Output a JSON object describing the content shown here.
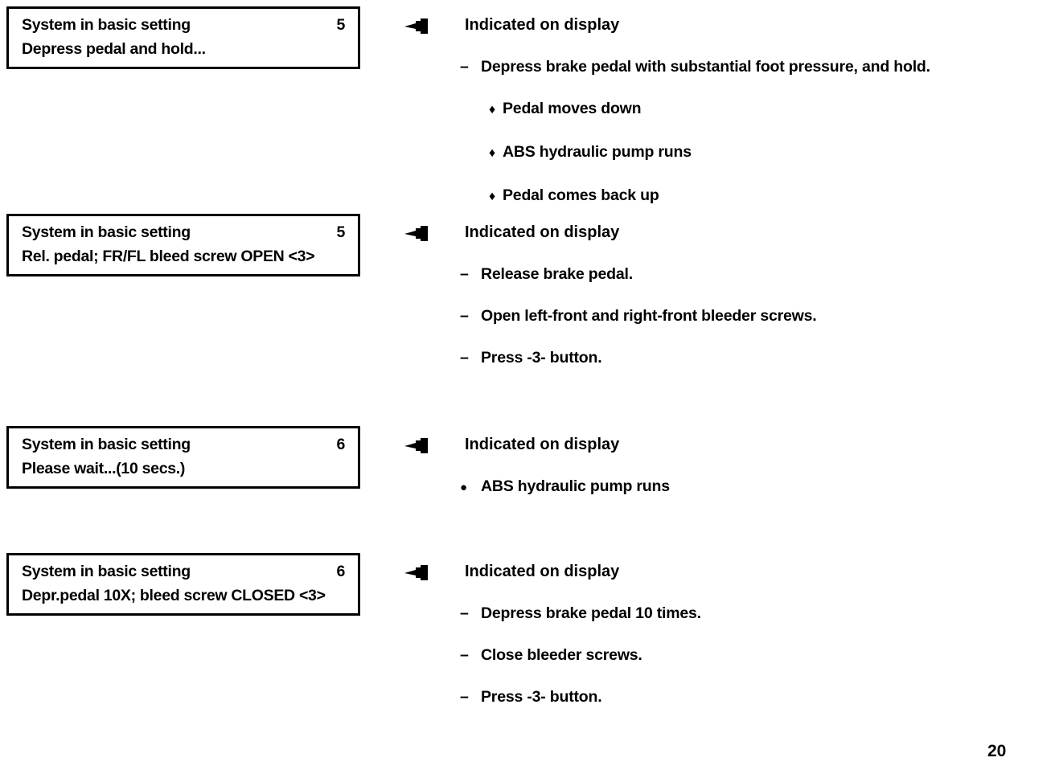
{
  "page": {
    "number": "20"
  },
  "colors": {
    "ink": "#000000",
    "paper": "#ffffff"
  },
  "icons": {
    "indicator_arrow": "left-solid-arrow"
  },
  "sections": [
    {
      "display_box": {
        "line1_left": "System in basic setting",
        "line1_right": "5",
        "line2": "Depress pedal and hold..."
      },
      "heading": "Indicated on display",
      "items": [
        {
          "marker": "–",
          "text": "Depress brake pedal with substantial foot pressure, and hold."
        },
        {
          "marker": "♦",
          "text": "Pedal moves down"
        },
        {
          "marker": "♦",
          "text": "ABS hydraulic pump runs"
        },
        {
          "marker": "♦",
          "text": "Pedal comes back up"
        }
      ]
    },
    {
      "display_box": {
        "line1_left": "System in basic setting",
        "line1_right": "5",
        "line2": "Rel. pedal; FR/FL bleed screw OPEN <3>"
      },
      "heading": "Indicated on display",
      "items": [
        {
          "marker": "–",
          "text": "Release brake pedal."
        },
        {
          "marker": "–",
          "text": "Open left-front and right-front bleeder screws."
        },
        {
          "marker": "–",
          "text": "Press -3- button."
        }
      ]
    },
    {
      "display_box": {
        "line1_left": "System in basic setting",
        "line1_right": "6",
        "line2": "Please wait...(10 secs.)"
      },
      "heading": "Indicated on display",
      "items": [
        {
          "marker": "●",
          "text": "ABS hydraulic pump runs"
        }
      ]
    },
    {
      "display_box": {
        "line1_left": "System in basic setting",
        "line1_right": "6",
        "line2": "Depr.pedal 10X; bleed screw CLOSED <3>"
      },
      "heading": "Indicated on display",
      "items": [
        {
          "marker": "–",
          "text": "Depress brake pedal 10 times."
        },
        {
          "marker": "–",
          "text": "Close bleeder screws."
        },
        {
          "marker": "–",
          "text": "Press -3- button."
        }
      ]
    }
  ]
}
